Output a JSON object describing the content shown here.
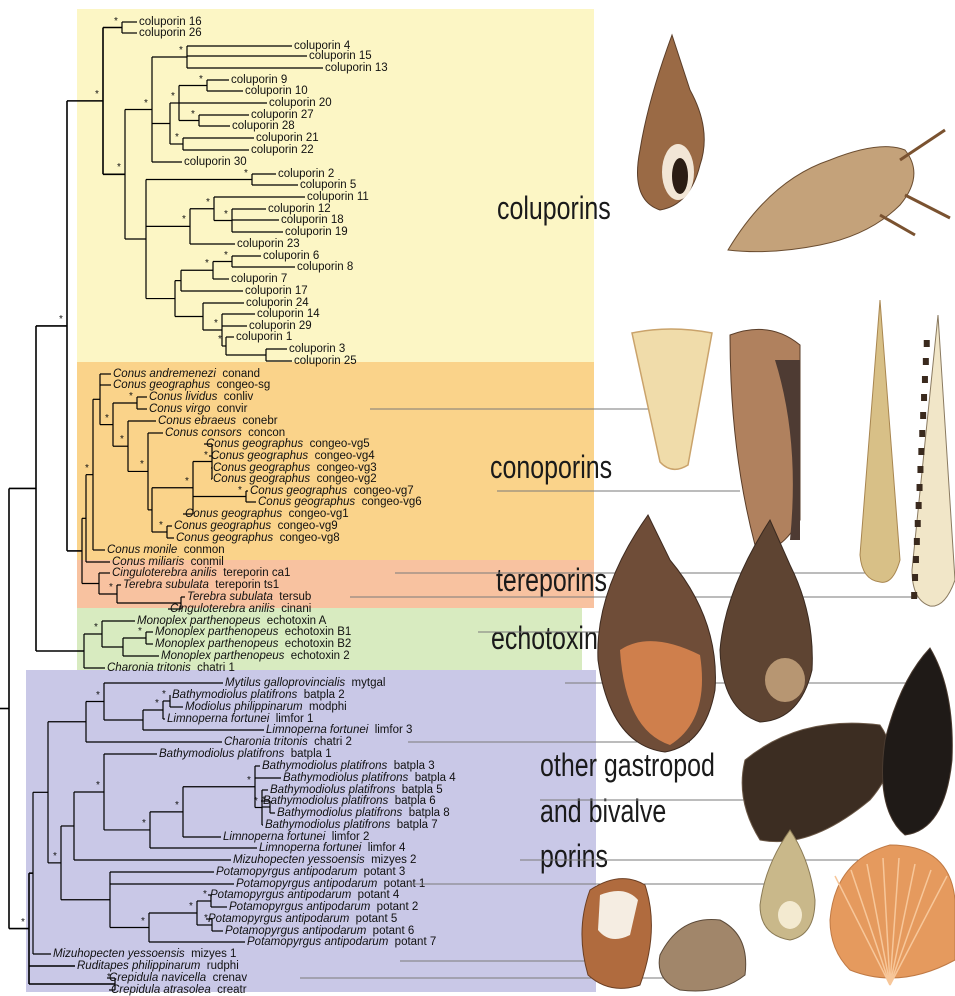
{
  "colors": {
    "coluporins_bg": "#fcf6c5",
    "conoporins_bg": "#fad38a",
    "tereporins_bg": "#f8c2a0",
    "echotoxins_bg": "#d8ebc0",
    "other_bg": "#c9c8e7",
    "branch": "#000000",
    "leader": "#7a7a7a"
  },
  "group_labels": {
    "coluporins": "coluporins",
    "conoporins": "conoporins",
    "tereporins": "tereporins",
    "echotoxins": "echotoxins",
    "other_line1": "other gastropod",
    "other_line2": "and bivalve",
    "other_line3": "porins"
  },
  "bootstrap_symbol": "*",
  "leaves": [
    {
      "id": "col16",
      "species": "",
      "code": "coluporin 16"
    },
    {
      "id": "col26",
      "species": "",
      "code": "coluporin 26"
    },
    {
      "id": "col4",
      "species": "",
      "code": "coluporin 4"
    },
    {
      "id": "col15",
      "species": "",
      "code": "coluporin 15"
    },
    {
      "id": "col13",
      "species": "",
      "code": "coluporin 13"
    },
    {
      "id": "col9",
      "species": "",
      "code": "coluporin 9"
    },
    {
      "id": "col10",
      "species": "",
      "code": "coluporin 10"
    },
    {
      "id": "col20",
      "species": "",
      "code": "coluporin 20"
    },
    {
      "id": "col27",
      "species": "",
      "code": "coluporin 27"
    },
    {
      "id": "col28",
      "species": "",
      "code": "coluporin 28"
    },
    {
      "id": "col21",
      "species": "",
      "code": "coluporin 21"
    },
    {
      "id": "col22",
      "species": "",
      "code": "coluporin 22"
    },
    {
      "id": "col30",
      "species": "",
      "code": "coluporin 30"
    },
    {
      "id": "col2",
      "species": "",
      "code": "coluporin 2"
    },
    {
      "id": "col5",
      "species": "",
      "code": "coluporin 5"
    },
    {
      "id": "col11",
      "species": "",
      "code": "coluporin 11"
    },
    {
      "id": "col12",
      "species": "",
      "code": "coluporin 12"
    },
    {
      "id": "col18",
      "species": "",
      "code": "coluporin 18"
    },
    {
      "id": "col19",
      "species": "",
      "code": "coluporin 19"
    },
    {
      "id": "col23",
      "species": "",
      "code": "coluporin 23"
    },
    {
      "id": "col6",
      "species": "",
      "code": "coluporin 6"
    },
    {
      "id": "col8",
      "species": "",
      "code": "coluporin 8"
    },
    {
      "id": "col7",
      "species": "",
      "code": "coluporin 7"
    },
    {
      "id": "col17",
      "species": "",
      "code": "coluporin 17"
    },
    {
      "id": "col24",
      "species": "",
      "code": "coluporin 24"
    },
    {
      "id": "col14",
      "species": "",
      "code": "coluporin 14"
    },
    {
      "id": "col29",
      "species": "",
      "code": "coluporin 29"
    },
    {
      "id": "col1",
      "species": "",
      "code": "coluporin 1"
    },
    {
      "id": "col3",
      "species": "",
      "code": "coluporin 3"
    },
    {
      "id": "col25",
      "species": "",
      "code": "coluporin 25"
    },
    {
      "id": "conand",
      "species": "Conus andremenezi",
      "code": "conand"
    },
    {
      "id": "congeosg",
      "species": "Conus geographus",
      "code": "congeo-sg"
    },
    {
      "id": "conliv",
      "species": "Conus lividus",
      "code": "conliv"
    },
    {
      "id": "convir",
      "species": "Conus virgo",
      "code": "convir"
    },
    {
      "id": "conebr",
      "species": "Conus ebraeus",
      "code": "conebr"
    },
    {
      "id": "concon",
      "species": "Conus consors",
      "code": "concon"
    },
    {
      "id": "vg5",
      "species": "Conus geographus",
      "code": "congeo-vg5"
    },
    {
      "id": "vg4",
      "species": "Conus geographus",
      "code": "congeo-vg4"
    },
    {
      "id": "vg3",
      "species": "Conus geographus",
      "code": "congeo-vg3"
    },
    {
      "id": "vg2",
      "species": "Conus geographus",
      "code": "congeo-vg2"
    },
    {
      "id": "vg7",
      "species": "Conus geographus",
      "code": "congeo-vg7"
    },
    {
      "id": "vg6",
      "species": "Conus geographus",
      "code": "congeo-vg6"
    },
    {
      "id": "vg1",
      "species": "Conus geographus",
      "code": "congeo-vg1"
    },
    {
      "id": "vg9",
      "species": "Conus geographus",
      "code": "congeo-vg9"
    },
    {
      "id": "vg8",
      "species": "Conus geographus",
      "code": "congeo-vg8"
    },
    {
      "id": "conmon",
      "species": "Conus monile",
      "code": "conmon"
    },
    {
      "id": "conmil",
      "species": "Conus miliaris",
      "code": "conmil"
    },
    {
      "id": "tereca1",
      "species": "Cinguloterebra anilis",
      "code": "tereporin ca1"
    },
    {
      "id": "terets1",
      "species": "Terebra subulata",
      "code": "tereporin ts1"
    },
    {
      "id": "tersub",
      "species": "Terebra subulata",
      "code": "tersub"
    },
    {
      "id": "cinani",
      "species": "Cinguloterebra anilis",
      "code": "cinani"
    },
    {
      "id": "echoA",
      "species": "Monoplex parthenopeus",
      "code": "echotoxin A"
    },
    {
      "id": "echoB1",
      "species": "Monoplex parthenopeus",
      "code": "echotoxin B1"
    },
    {
      "id": "echoB2",
      "species": "Monoplex parthenopeus",
      "code": "echotoxin B2"
    },
    {
      "id": "echo2",
      "species": "Monoplex parthenopeus",
      "code": "echotoxin 2"
    },
    {
      "id": "chatri1",
      "species": "Charonia tritonis",
      "code": "chatri 1"
    },
    {
      "id": "mytgal",
      "species": "Mytilus galloprovincialis",
      "code": "mytgal"
    },
    {
      "id": "batpla2",
      "species": "Bathymodiolus platifrons",
      "code": "batpla 2"
    },
    {
      "id": "modphi",
      "species": "Modiolus philippinarum",
      "code": "modphi"
    },
    {
      "id": "limfor1",
      "species": "Limnoperna fortunei",
      "code": "limfor 1"
    },
    {
      "id": "limfor3",
      "species": "Limnoperna fortunei",
      "code": "limfor 3"
    },
    {
      "id": "chatri2",
      "species": "Charonia tritonis",
      "code": "chatri 2"
    },
    {
      "id": "batpla1",
      "species": "Bathymodiolus platifrons",
      "code": "batpla 1"
    },
    {
      "id": "batpla3",
      "species": "Bathymodiolus platifrons",
      "code": "batpla 3"
    },
    {
      "id": "batpla4",
      "species": "Bathymodiolus platifrons",
      "code": "batpla 4"
    },
    {
      "id": "batpla5",
      "species": "Bathymodiolus platifrons",
      "code": "batpla 5"
    },
    {
      "id": "batpla6",
      "species": "Bathymodiolus platifrons",
      "code": "batpla 6"
    },
    {
      "id": "batpla8",
      "species": "Bathymodiolus platifrons",
      "code": "batpla 8"
    },
    {
      "id": "batpla7",
      "species": "Bathymodiolus platifrons",
      "code": "batpla 7"
    },
    {
      "id": "limfor2",
      "species": "Limnoperna fortunei",
      "code": "limfor 2"
    },
    {
      "id": "limfor4",
      "species": "Limnoperna fortunei",
      "code": "limfor 4"
    },
    {
      "id": "mizyes2",
      "species": "Mizuhopecten yessoensis",
      "code": "mizyes 2"
    },
    {
      "id": "potant3",
      "species": "Potamopyrgus antipodarum",
      "code": "potant 3"
    },
    {
      "id": "potant1",
      "species": "Potamopyrgus antipodarum",
      "code": "potant 1"
    },
    {
      "id": "potant4",
      "species": "Potamopyrgus antipodarum",
      "code": "potant 4"
    },
    {
      "id": "potant2",
      "species": "Potamopyrgus antipodarum",
      "code": "potant 2"
    },
    {
      "id": "potant5",
      "species": "Potamopyrgus antipodarum",
      "code": "potant 5"
    },
    {
      "id": "potant6",
      "species": "Potamopyrgus antipodarum",
      "code": "potant 6"
    },
    {
      "id": "potant7",
      "species": "Potamopyrgus antipodarum",
      "code": "potant 7"
    },
    {
      "id": "mizyes1",
      "species": "Mizuhopecten yessoensis",
      "code": "mizyes 1"
    },
    {
      "id": "rudphi",
      "species": "Ruditapes philippinarum",
      "code": "rudphi"
    },
    {
      "id": "crenav",
      "species": "Crepidula navicella",
      "code": "crenav"
    },
    {
      "id": "creatr",
      "species": "Crepidula atrasolea",
      "code": "creatr"
    }
  ],
  "shells": [
    {
      "name": "fusiform-whelk-shell",
      "color": "#9a6a45",
      "accent": "#f2e6d6"
    },
    {
      "name": "fusiform-snail-live",
      "color": "#c4a27a",
      "accent": "#7a5230"
    },
    {
      "name": "cone-shell-plain",
      "color": "#f0dcaa",
      "accent": "#caa36b"
    },
    {
      "name": "cone-shell-geographus",
      "color": "#b0815e",
      "accent": "#f1e3d0"
    },
    {
      "name": "auger-shell-1",
      "color": "#d8c087",
      "accent": "#a88650"
    },
    {
      "name": "auger-shell-2",
      "color": "#f1e6c8",
      "accent": "#3a2a1e"
    },
    {
      "name": "triton-shell",
      "color": "#6f4d38",
      "accent": "#cf7f4c"
    },
    {
      "name": "hairy-triton-shell",
      "color": "#5e4432",
      "accent": "#b79672"
    },
    {
      "name": "mussel-shell-1",
      "color": "#3c2d22",
      "accent": "#6b5847"
    },
    {
      "name": "mussel-shell-2",
      "color": "#1f1a17",
      "accent": "#4a3b30"
    },
    {
      "name": "mud-snail-shell",
      "color": "#c9b88a",
      "accent": "#f3ead0"
    },
    {
      "name": "scallop-shell",
      "color": "#e59a5e",
      "accent": "#f7c79a"
    },
    {
      "name": "slipper-shell",
      "color": "#b06b3e",
      "accent": "#f5ede2"
    },
    {
      "name": "clam-shell",
      "color": "#a1866a",
      "accent": "#5c4a39"
    }
  ]
}
